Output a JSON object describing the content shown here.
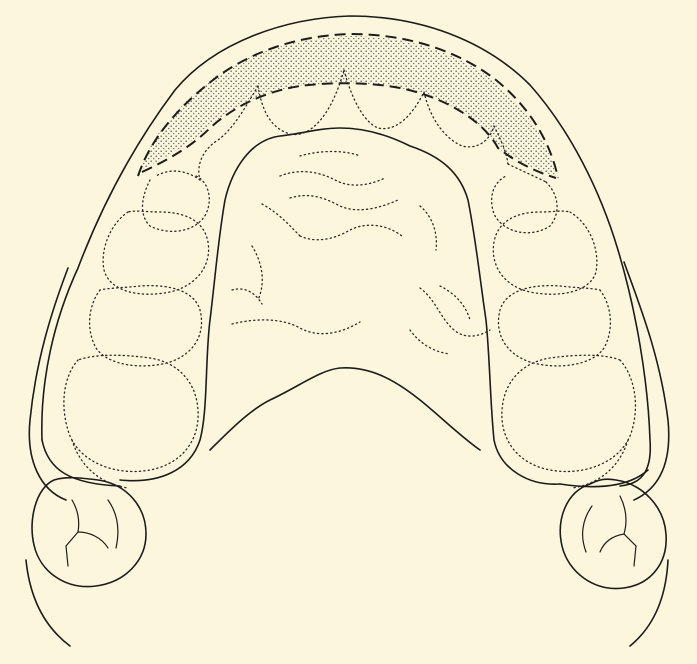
{
  "figure": {
    "subject": "maxillary-arch-occlusal-view",
    "colors": {
      "paper": "#fcf7dc",
      "ink": "#1c1c1c",
      "stipple": "#6b6b6b"
    },
    "teeth_outlines": 14,
    "palatal_rugae_outlines": 12,
    "marked_region": "anterior-labial-stippled-zone"
  }
}
